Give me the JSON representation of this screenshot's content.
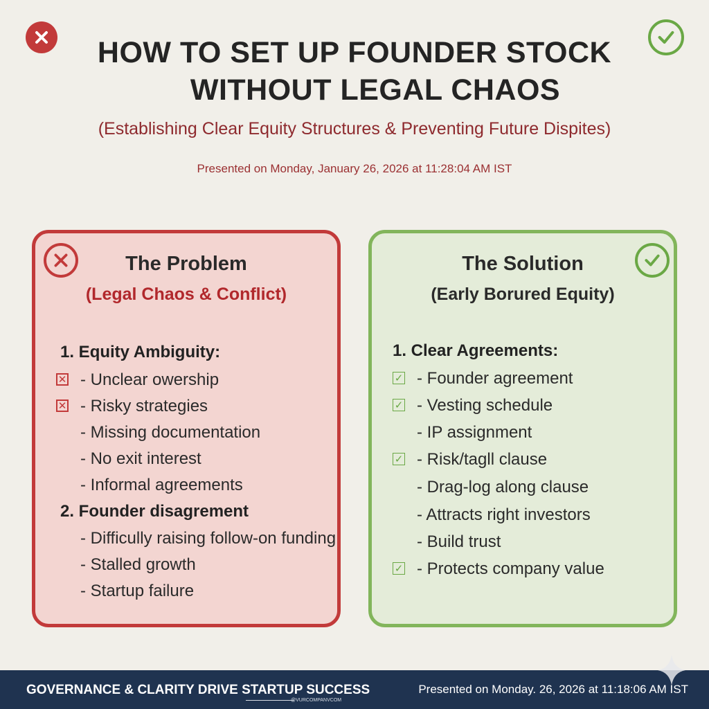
{
  "header": {
    "title_line1": "HOW TO SET UP FOUNDER STOCK",
    "title_line2": "WITHOUT LEGAL CHAOS",
    "subtitle": "(Establishing Clear Equity Structures & Preventing Future Dispites)",
    "presented": "Presented on Monday, January 26, 2026 at 11:28:04 AM IST"
  },
  "colors": {
    "red": "#c23a3a",
    "green": "#82b55b",
    "navy": "#1f3350"
  },
  "problem": {
    "title": "The Problem",
    "subtitle": "(Legal Chaos & Conflict)",
    "section1": "1. Equity Ambiguity:",
    "items1": [
      "- Unclear owership",
      "- Risky strategies",
      "- Missing documentation",
      "- No exit interest",
      "- Informal agreements"
    ],
    "section2": "2. Founder disagrement",
    "items2": [
      "- Difficully raising follow-on funding",
      "- Stalled growth",
      "- Startup failure"
    ]
  },
  "solution": {
    "title": "The Solution",
    "subtitle": "(Early Borured Equity)",
    "section1": "1. Clear Agreements:",
    "items": [
      "- Founder agreement",
      "- Vesting schedule",
      "- IP assignment",
      "- Risk/tagll clause",
      "- Drag-log along clause",
      "- Attracts right investors",
      "- Build trust",
      "- Protects company value"
    ]
  },
  "footer": {
    "tagline": "GOVERNANCE & CLARITY DRIVE STARTUP SUCCESS",
    "handle": "@VURCOMPANVCOM",
    "presented": "Presented on Monday. 26, 2026 at 11:18:06 AM IST"
  }
}
